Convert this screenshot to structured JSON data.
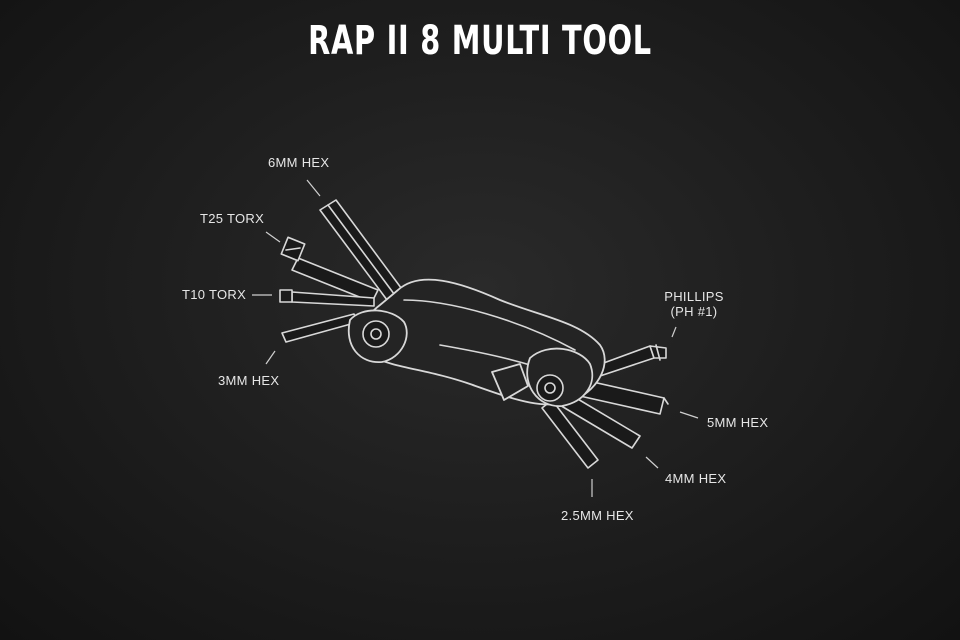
{
  "title": "RAP II 8 MULTI TOOL",
  "labels": {
    "hex_6mm": "6MM HEX",
    "torx_t25": "T25 TORX",
    "torx_t10": "T10 TORX",
    "hex_3mm": "3MM HEX",
    "phillips_line1": "PHILLIPS",
    "phillips_line2": "(PH #1)",
    "hex_5mm": "5MM HEX",
    "hex_4mm": "4MM HEX",
    "hex_2_5mm": "2.5MM HEX"
  },
  "colors": {
    "background": "#1f1f1f",
    "line": "#d8d8d8",
    "text": "#e6e6e6"
  }
}
